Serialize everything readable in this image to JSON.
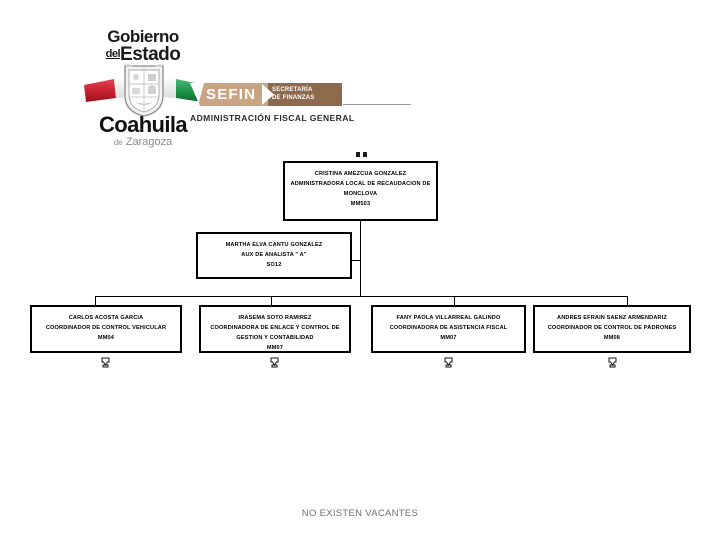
{
  "header": {
    "gobierno_line1": "Gobierno",
    "gobierno_del": "del",
    "gobierno_line2": "Estado",
    "state_name": "Coahuila",
    "state_de": "de",
    "state_suffix": "Zaragoza",
    "sefin_word": "SEFIN",
    "sefin_sub_line1": "SECRETARÍA",
    "sefin_sub_line2": "DE FINANZAS",
    "department_label": "ADMINISTRACIÓN FISCAL GENERAL",
    "colors": {
      "banner_tan": "#c8a483",
      "banner_dark_tan": "#8d6a4c",
      "flag_red": "#c8202e",
      "flag_green": "#1e9348",
      "rule_gray": "#9a9a9a"
    }
  },
  "org_chart": {
    "type": "org-hierarchy",
    "root": {
      "id": "node-top",
      "name": "CRISTINA AMEZCUA GONZALEZ",
      "title_line1": "ADMINISTRADORA LOCAL DE RECAUDACION DE",
      "title_line2": "MONCLOVA",
      "code": "MM503",
      "icon": "person-icon"
    },
    "assistant": {
      "id": "node-assistant",
      "name": "MARTHA ELVA CANTU GONZALEZ",
      "title_line1": "AUX DE ANALISTA \" A\"",
      "code": "SO12",
      "icon": "person-icon"
    },
    "subordinates": [
      {
        "id": "node-1",
        "name": "CARLOS ACOSTA GARCIA",
        "title_line1": "COORDINADOR DE CONTROL VEHICULAR",
        "code": "MM04",
        "icon": "person-icon"
      },
      {
        "id": "node-2",
        "name": "IRASEMA SOTO RAMIREZ",
        "title_line1": "COORDINADORA DE ENLACE Y CONTROL DE",
        "title_line2": "GESTION Y CONTABILIDAD",
        "code": "MM07",
        "icon": "person-icon"
      },
      {
        "id": "node-3",
        "name": "FANY PAOLA VILLARREAL GALINDO",
        "title_line1": "COORDINADORA DE ASISTENCIA FISCAL",
        "code": "MM07",
        "icon": "person-icon"
      },
      {
        "id": "node-4",
        "name": "ANDRES EFRAIN SAENZ ARMENDARIZ",
        "title_line1": "COORDINADOR DE CONTROL DE PADRONES",
        "code": "MM08",
        "icon": "person-icon"
      }
    ]
  },
  "footer": {
    "note": "NO EXISTEN VACANTES"
  }
}
